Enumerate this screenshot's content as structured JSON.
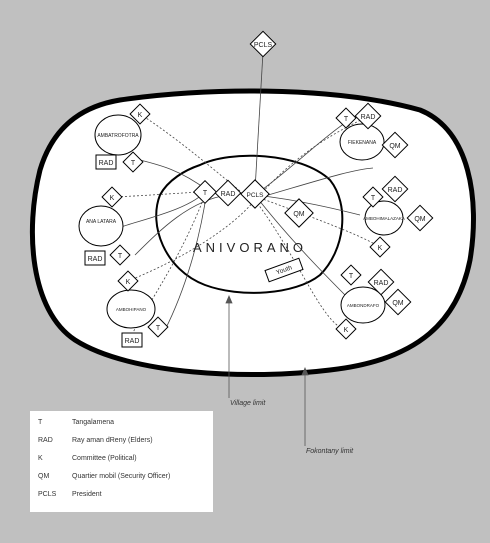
{
  "top_node": "PCLS",
  "village_name": "ANIVORANO",
  "youth_label": "Youth",
  "hamlets": [
    {
      "name": "AMBATROFOTRA",
      "nodes": [
        "K",
        "RAD",
        "T"
      ]
    },
    {
      "name": "FIEKENANA",
      "nodes": [
        "T",
        "RAD",
        "QM"
      ]
    },
    {
      "name": "ANA LATARA",
      "nodes": [
        "K",
        "RAD",
        "T"
      ]
    },
    {
      "name": "AMBOHIMALAZAKA",
      "nodes": [
        "T",
        "RAD",
        "QM",
        "K"
      ]
    },
    {
      "name": "AMBOHIPANO",
      "nodes": [
        "K",
        "RAD",
        "T"
      ]
    },
    {
      "name": "AMBONDRAFO",
      "nodes": [
        "T",
        "RAD",
        "QM",
        "K"
      ]
    }
  ],
  "center_nodes": {
    "t": "T",
    "rad": "RAD",
    "pcls": "PCLS",
    "qm": "QM"
  },
  "callouts": {
    "village_limit": "Village limit",
    "fokontany_limit": "Fokontany limit"
  },
  "legend": [
    {
      "code": "T",
      "desc": "Tangalamena"
    },
    {
      "code": "RAD",
      "desc": "Ray aman dReny (Elders)"
    },
    {
      "code": "K",
      "desc": "Committee (Political)"
    },
    {
      "code": "QM",
      "desc": "Quartier mobil (Security Officer)"
    },
    {
      "code": "PCLS",
      "desc": "President"
    }
  ]
}
